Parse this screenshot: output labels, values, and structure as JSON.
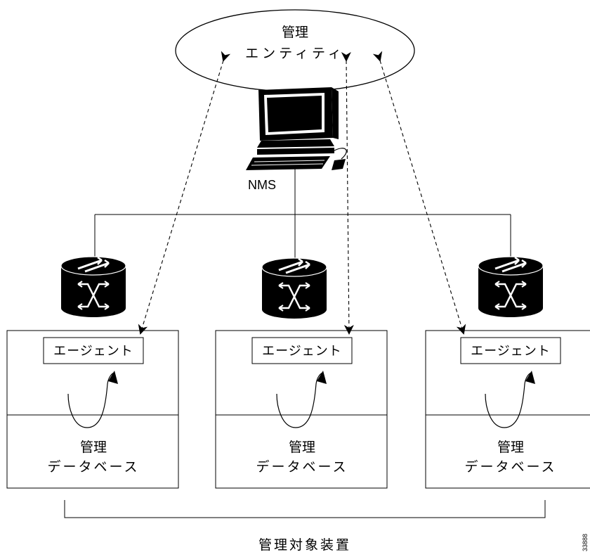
{
  "entity": {
    "line1": "管理",
    "line2": "エンティティ"
  },
  "nms_label": "NMS",
  "devices": [
    {
      "agent": "エージェント",
      "db_line1": "管理",
      "db_line2": "データベース"
    },
    {
      "agent": "エージェント",
      "db_line1": "管理",
      "db_line2": "データベース"
    },
    {
      "agent": "エージェント",
      "db_line1": "管理",
      "db_line2": "データベース"
    }
  ],
  "bracket_label": "管理対象装置",
  "figure_id": "33888"
}
